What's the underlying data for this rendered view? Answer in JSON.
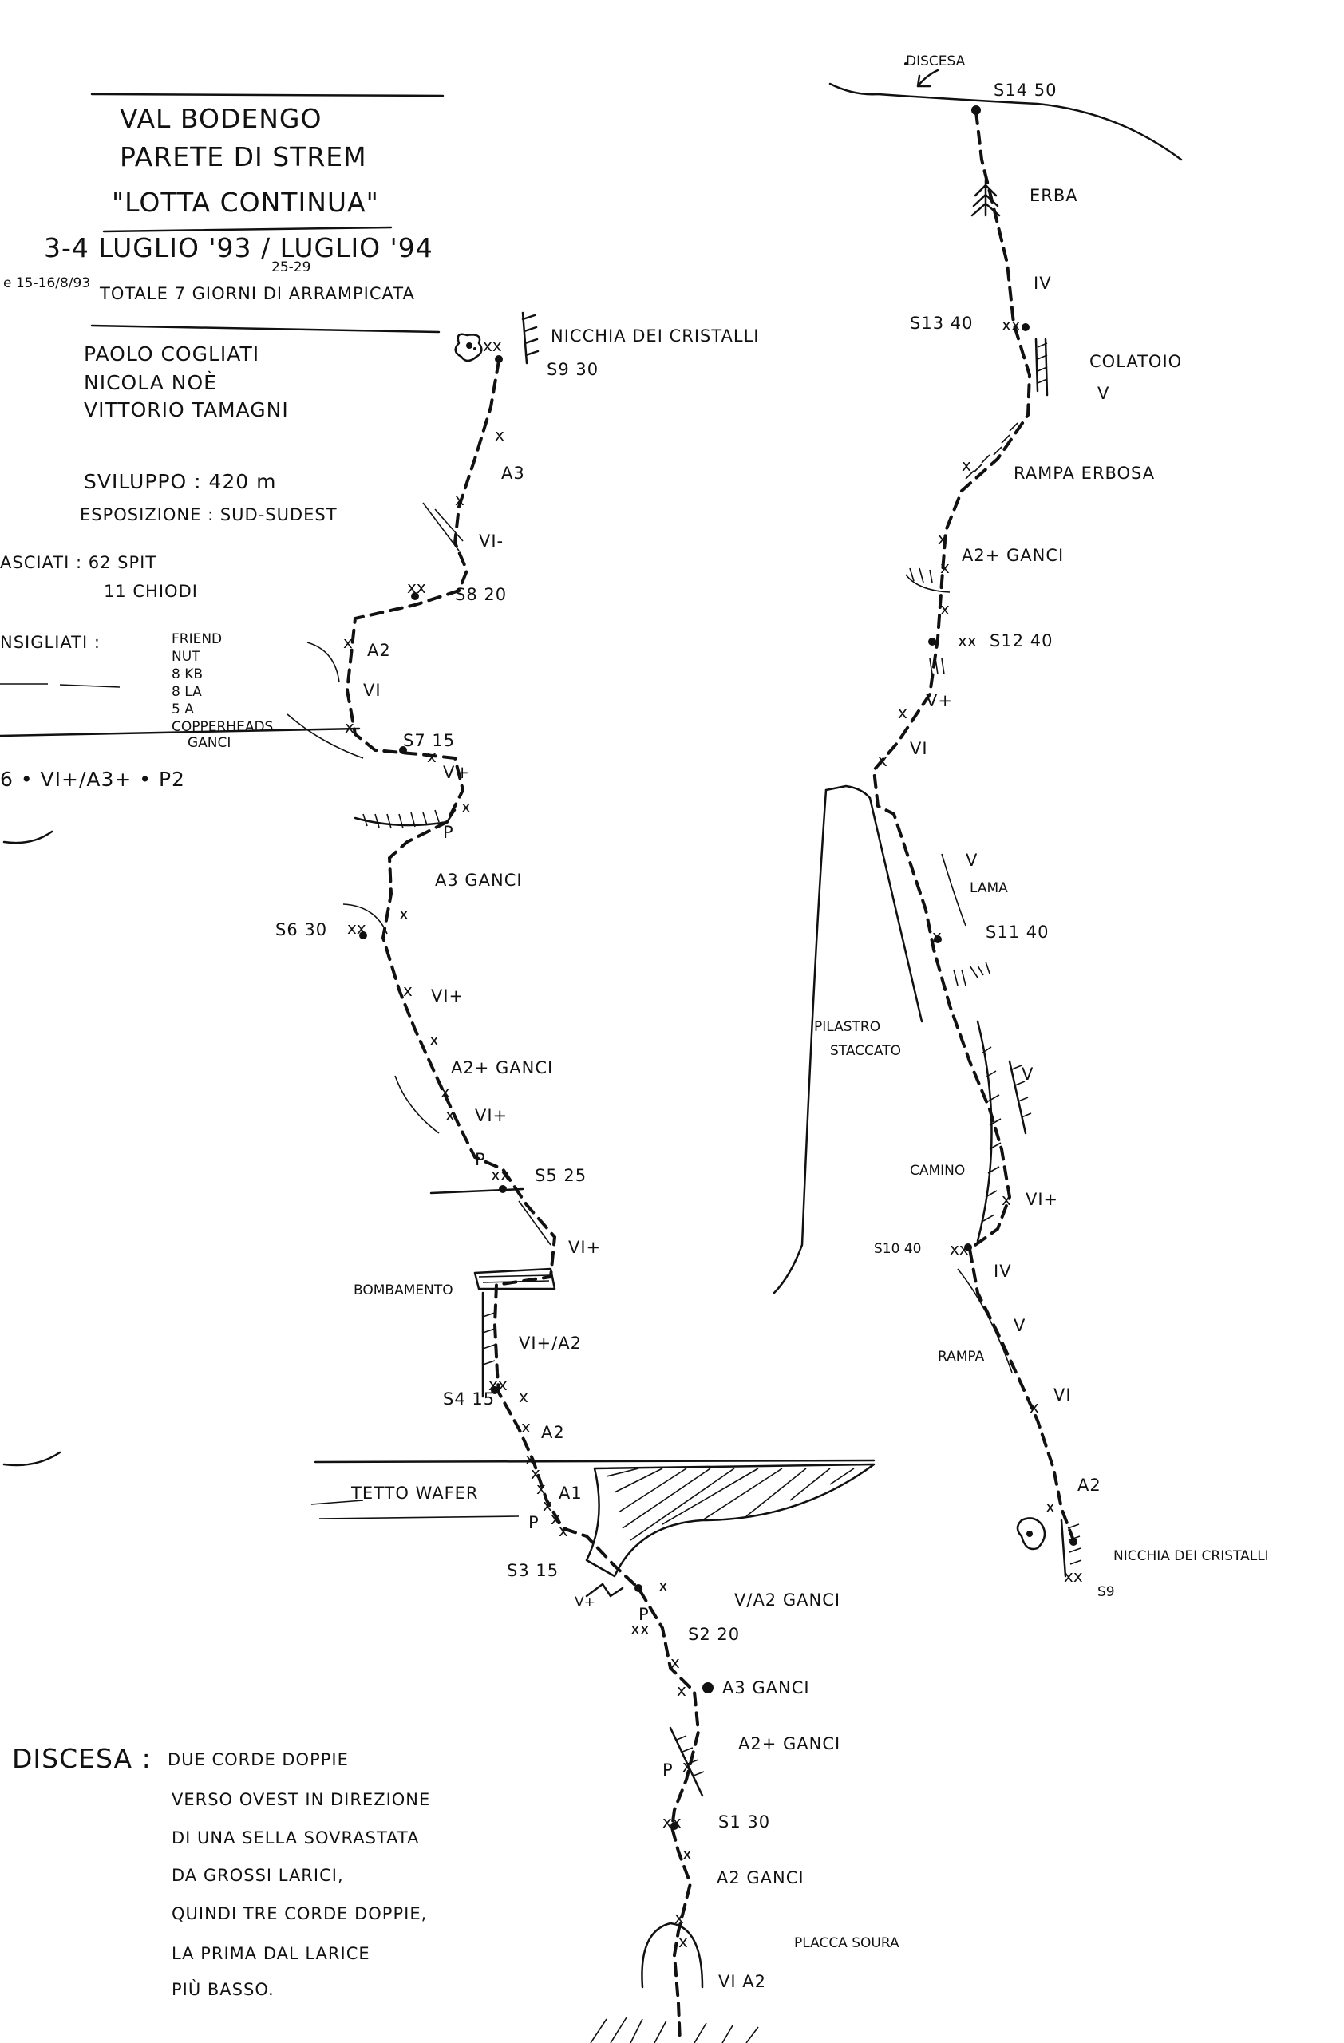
{
  "header": {
    "line1": "VAL BODENGO",
    "line2": "PARETE DI STREM",
    "line3": "\"LOTTA CONTINUA\""
  },
  "dates": {
    "main": "3-4 LUGLIO '93 / LUGLIO '94",
    "sub": "25-29",
    "left": "e 15-16/8/93",
    "total": "TOTALE 7 GIORNI DI ARRAMPICATA"
  },
  "climbers": [
    "PAOLO COGLIATI",
    "NICOLA NOÈ",
    "VITTORIO TAMAGNI"
  ],
  "info": {
    "sviluppo": "SVILUPPO : 420 m",
    "esposizione": "ESPOSIZIONE : SUD-SUDEST",
    "lasciati_1": "ASCIATI : 62 SPIT",
    "lasciati_2": "11 CHIODI",
    "consigliati": "NSIGLIATI :",
    "gear": [
      "FRIEND",
      "NUT",
      "8 KB",
      "8 LA",
      "5 A",
      "COPPERHEADS",
      "GANCI"
    ],
    "grade": "6 • VI+/A3+ • P2"
  },
  "left_route": {
    "nicchia": "NICCHIA DEI CRISTALLI",
    "labels": [
      "S9 30",
      "A3",
      "VI-",
      "S8 20",
      "A2",
      "VI",
      "S7 15",
      "V+",
      "A3 GANCI",
      "S6 30",
      "VI+",
      "A2+ GANCI",
      "VI+",
      "S5 25",
      "VI+",
      "BOMBAMENTO",
      "VI+/A2",
      "S4 15",
      "A2",
      "TETTO WAFER",
      "A1",
      "S3 15",
      "V+",
      "V/A2 GANCI",
      "S2 20",
      "A3 GANCI",
      "A2+ GANCI",
      "S1 30",
      "A2 GANCI",
      "VI A2",
      "PLACCA SOURA",
      "P",
      "P",
      "P",
      "P",
      "P"
    ]
  },
  "right_route": {
    "discesa_top": "DISCESA",
    "labels": [
      "S14 50",
      "ERBA",
      "IV",
      "S13 40",
      "COLATOIO",
      "V",
      "RAMPA ERBOSA",
      "A2+ GANCI",
      "S12 40",
      "V+",
      "VI",
      "V",
      "LAMA",
      "S11 40",
      "PILASTRO",
      "STACCATO",
      "V",
      "CAMINO",
      "VI+",
      "S10 40",
      "IV",
      "V",
      "RAMPA",
      "VI",
      "A2",
      "NICCHIA DEI CRISTALLI",
      "S9"
    ]
  },
  "descent": {
    "label": "DISCESA :",
    "lines": [
      "DUE CORDE DOPPIE",
      "VERSO OVEST IN DIREZIONE",
      "DI UNA SELLA SOVRASTATA",
      "DA GROSSI LARICI,",
      "QUINDI TRE CORDE DOPPIE,",
      "LA PRIMA DAL LARICE",
      "PIÙ BASSO."
    ]
  }
}
